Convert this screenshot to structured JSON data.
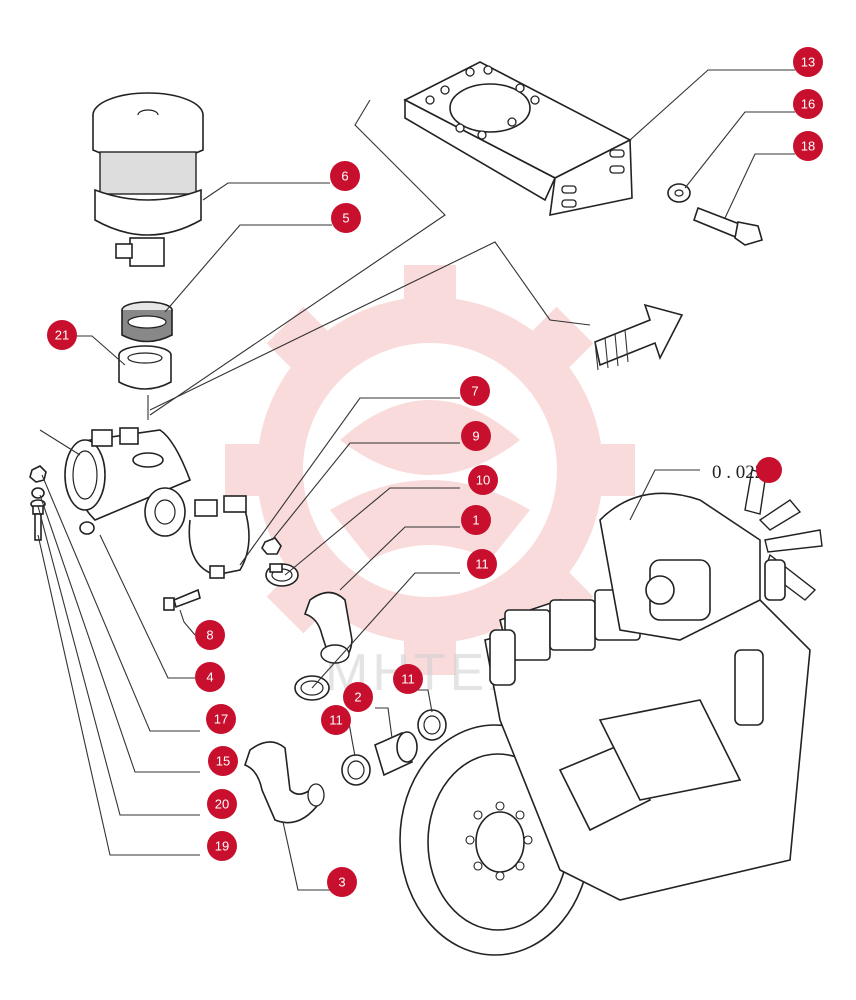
{
  "figure": {
    "reference_label": "0 . 0221"
  },
  "watermark": {
    "text": "МНТЕХ"
  },
  "colors": {
    "callout": "#c8102e",
    "logo_watermark": "#f08080",
    "line": "#222222"
  },
  "callouts": [
    {
      "id": "c13",
      "number": "13"
    },
    {
      "id": "c16",
      "number": "16"
    },
    {
      "id": "c18",
      "number": "18"
    },
    {
      "id": "c6",
      "number": "6"
    },
    {
      "id": "c5",
      "number": "5"
    },
    {
      "id": "c21",
      "number": "21"
    },
    {
      "id": "c7",
      "number": "7"
    },
    {
      "id": "c9",
      "number": "9"
    },
    {
      "id": "c10",
      "number": "10"
    },
    {
      "id": "c1",
      "number": "1"
    },
    {
      "id": "c11a",
      "number": "11"
    },
    {
      "id": "c8",
      "number": "8"
    },
    {
      "id": "c4",
      "number": "4"
    },
    {
      "id": "c11b",
      "number": "11"
    },
    {
      "id": "c2",
      "number": "2"
    },
    {
      "id": "c11c",
      "number": "11"
    },
    {
      "id": "c17",
      "number": "17"
    },
    {
      "id": "c15",
      "number": "15"
    },
    {
      "id": "c20",
      "number": "20"
    },
    {
      "id": "c19",
      "number": "19"
    },
    {
      "id": "c3",
      "number": "3"
    }
  ]
}
